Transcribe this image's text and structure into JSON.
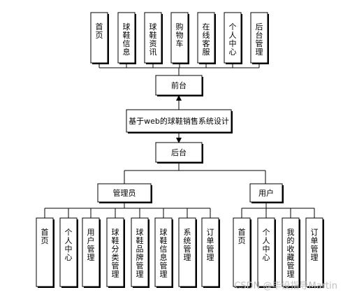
{
  "front_modules": [
    "首页",
    "球鞋信息",
    "球鞋资讯",
    "购物车",
    "在线客服",
    "个人中心",
    "后台管理"
  ],
  "front_label": "前台",
  "center_label": "基于web的球鞋销售系统设计",
  "back_label": "后台",
  "admin_label": "管理员",
  "user_label": "用户",
  "admin_modules": [
    "首页",
    "个人中心",
    "用户管理",
    "球鞋分类管理",
    "球鞋品牌管理",
    "球鞋信息管理",
    "系统管理",
    "订单管理"
  ],
  "user_modules": [
    "首页",
    "个人中心",
    "我的收藏管理",
    "订单管理"
  ],
  "watermark": "CSDN @毕设指导Martin"
}
